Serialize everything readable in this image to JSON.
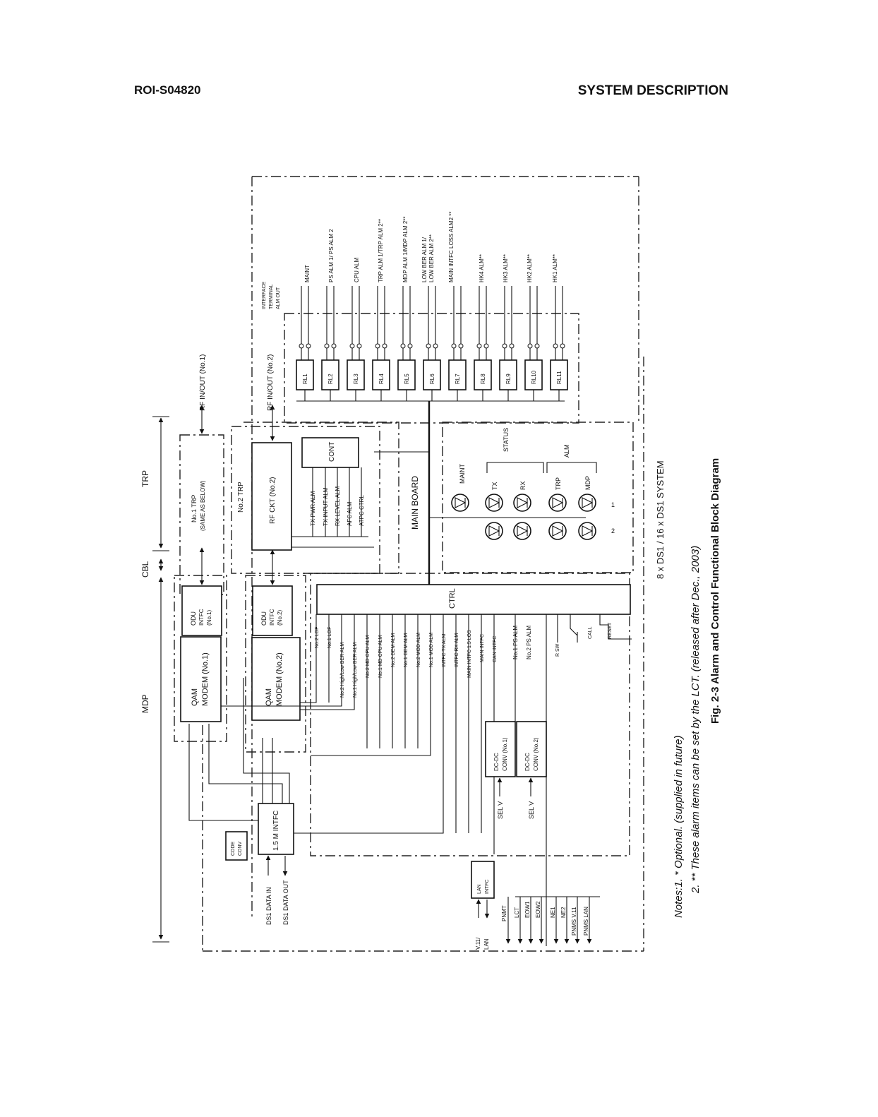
{
  "header": {
    "doc_id": "ROI-S04820",
    "section": "SYSTEM DESCRIPTION"
  },
  "diagram": {
    "dimension_labels": {
      "trp": "TRP",
      "cbl": "CBL",
      "mdp": "MDP"
    },
    "rf_no1": "RF IN/OUT (No.1)",
    "rf_no2": "RF IN/OUT (No.2)",
    "trp1_title": "No.1 TRP",
    "trp1_sub": "(SAME AS BELOW)",
    "trp2_title": "No.2 TRP",
    "rf_ckt": "RF CKT (No.2)",
    "cont": "CONT",
    "rf_signals": [
      "TX PWR ALM",
      "TX INPUT ALM",
      "RX LEVEL ALM",
      "AFC ALM",
      "ATPC CTRL"
    ],
    "main_board": "MAIN BOARD",
    "odu1": [
      "ODU",
      "INTFC",
      "(No.1)"
    ],
    "odu2": [
      "ODU",
      "INTFC",
      "(No.2)"
    ],
    "qam1": [
      "QAM",
      "MODEM (No.1)"
    ],
    "qam2": [
      "QAM",
      "MODEM (No.2)"
    ],
    "ctrl": "CTRL",
    "ctrl_inputs": [
      "No.2 LOF",
      "No.1 LOF",
      "No.2 High/Low BER ALM",
      "No.1 High/Low BER ALM",
      "No.2 MD CPU ALM",
      "No.1 MD CPU ALM",
      "No.2 DEM ALM",
      "No.1 DEM ALM",
      "No.2 MOD ALM",
      "No.1 MOD ALM",
      "INTFC TX ALM",
      "INTFC RX ALM",
      "MAIN INTFC 1.5 LOS",
      "MAIN INTFC",
      "CAN INTFC"
    ],
    "ps_alm": [
      "No.1 PS ALM",
      "No.2 PS ALM"
    ],
    "dcdc": [
      [
        "DC-DC",
        "CONV (No.1)"
      ],
      [
        "DC-DC",
        "CONV (No.2)"
      ]
    ],
    "sel_v": "SEL V",
    "r_sw": "R SW",
    "call": "CALL",
    "reset": "RESET",
    "intfc_15m": "1.5 M INTFC",
    "code_conv": [
      "CODE",
      "CONV"
    ],
    "ds1_in": "DS1 DATA IN",
    "ds1_out": "DS1 DATA OUT",
    "lan_intfc": [
      "LAN",
      "INTFC"
    ],
    "v11_lan": [
      "V.11/",
      "LAN"
    ],
    "bottom_ports": [
      "PNMT",
      "LCT",
      "EOW1",
      "EOW2",
      "NE1",
      "NE2",
      "PNMS V.11",
      "PNMS LAN"
    ],
    "interface_terminal": [
      "INTERFACE",
      "TERMINAL",
      "ALM OUT"
    ],
    "relays": [
      "RL1",
      "RL2",
      "RL3",
      "RL4",
      "RL5",
      "RL6",
      "RL7",
      "RL8",
      "RL9",
      "RL10",
      "RL11"
    ],
    "alm_out": [
      "MAINT",
      "PS ALM 1/ PS ALM 2",
      "CPU ALM",
      "TRP ALM 1/TRP ALM 2**",
      "MDP ALM 1/MDP ALM 2**",
      "LOW BER ALM 1/",
      "LOW BER ALM 2**",
      "MAIN INTFC LOSS ALM2 **",
      "HK4 ALM**",
      "HK3 ALM**",
      "HK2 ALM**",
      "HK1 ALM**"
    ],
    "led_maint": "MAINT",
    "led_status_group": "STATUS",
    "led_alm_group": "ALM",
    "leds": [
      "TX",
      "RX",
      "TRP",
      "MDP"
    ],
    "led_cols": [
      "1",
      "2"
    ],
    "system_label": "8 x DS1 / 16 x DS1 SYSTEM"
  },
  "notes": {
    "note1": "Notes:1. * Optional. (supplied in future)",
    "note2": "2. ** These alarm items can be set by the LCT. (released after Dec., 2003)"
  },
  "caption": "Fig. 2-3 Alarm and Control Functional Block Diagram"
}
